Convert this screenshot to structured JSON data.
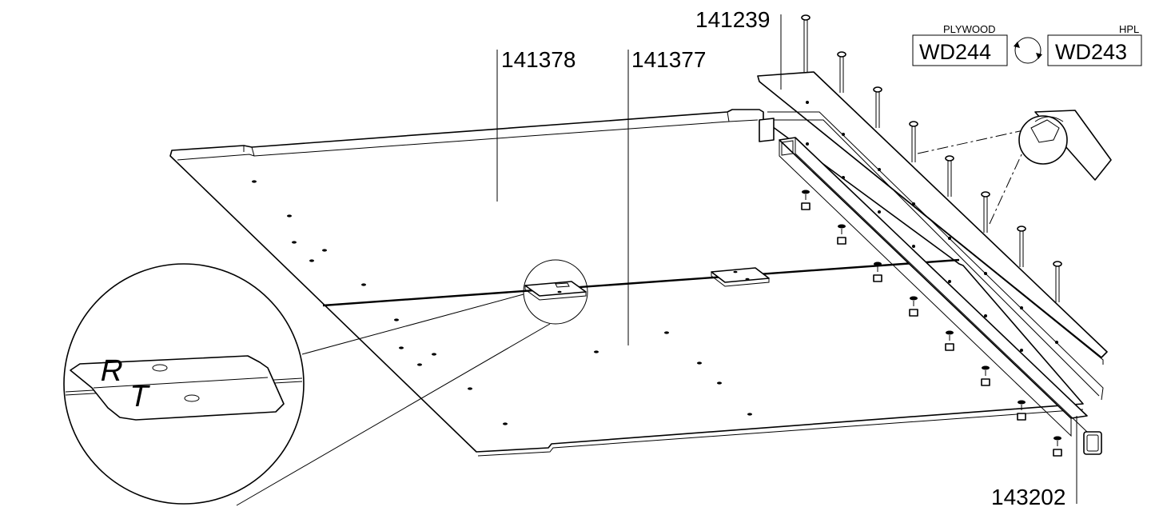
{
  "part_labels": {
    "top_rail": "141239",
    "left_panel": "141378",
    "right_panel": "141377",
    "front_rail": "143202"
  },
  "material_swap": {
    "left_caption": "PLYWOOD",
    "left_code": "WD244",
    "right_caption": "HPL",
    "right_code": "WD243"
  },
  "detail_letters": {
    "upper": "R",
    "lower": "T"
  }
}
